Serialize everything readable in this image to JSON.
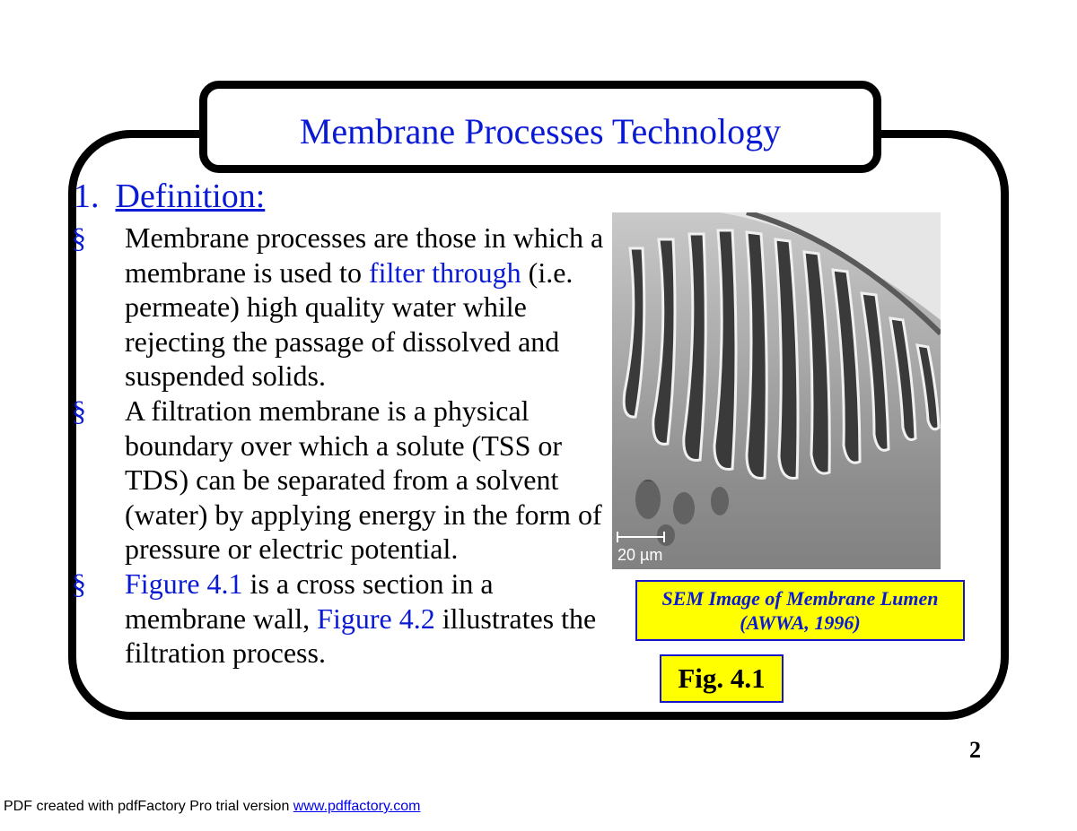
{
  "slide": {
    "title": "Membrane Processes Technology",
    "heading_number": "1.",
    "heading_text": "Definition:",
    "bullet_symbol": "§",
    "bullets": [
      {
        "pre": "Membrane processes are those in which a membrane is used to ",
        "highlight": "filter through",
        "post": " (i.e. permeate) high quality water while rejecting the passage of dissolved and suspended solids."
      },
      {
        "text": "A filtration membrane is a physical boundary over which a solute (TSS or TDS) can be separated from a solvent (water) by applying energy in the form of pressure or electric potential."
      },
      {
        "link1": "Figure 4.1",
        "mid": " is a cross section in a membrane wall, ",
        "link2": "Figure 4.2",
        "post": " illustrates the filtration process."
      }
    ],
    "image": {
      "scale_bar_label": "20 µm"
    },
    "caption_line1": "SEM Image of Membrane Lumen",
    "caption_line2": "(AWWA, 1996)",
    "figure_label": "Fig. 4.1",
    "page_number": "2"
  },
  "footer": {
    "text": "PDF created with pdfFactory Pro trial version ",
    "link": "www.pdffactory.com"
  },
  "colors": {
    "accent_blue": "#0a1ad4",
    "caption_yellow": "#ffff00"
  }
}
